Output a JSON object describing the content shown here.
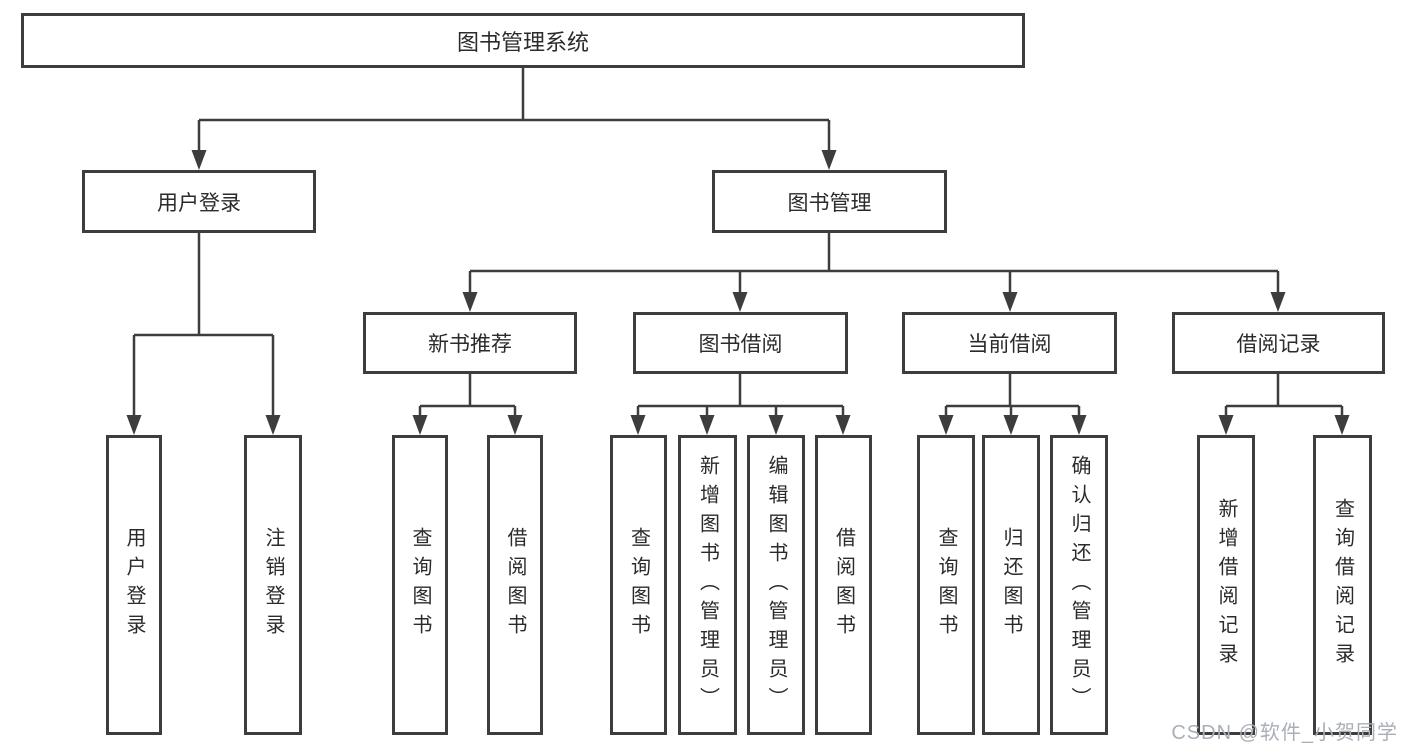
{
  "diagram": {
    "root": {
      "label": "图书管理系统"
    },
    "branches": {
      "user_login": {
        "label": "用户登录",
        "leaves": [
          {
            "label": "用户登录"
          },
          {
            "label": "注销登录"
          }
        ]
      },
      "book_management": {
        "label": "图书管理",
        "groups": {
          "new_book_recommend": {
            "label": "新书推荐",
            "leaves": [
              {
                "label": "查询图书"
              },
              {
                "label": "借阅图书"
              }
            ]
          },
          "book_borrow": {
            "label": "图书借阅",
            "leaves": [
              {
                "label": "查询图书"
              },
              {
                "label": "新增图书（管理员）"
              },
              {
                "label": "编辑图书（管理员）"
              },
              {
                "label": "借阅图书"
              }
            ]
          },
          "current_borrow": {
            "label": "当前借阅",
            "leaves": [
              {
                "label": "查询图书"
              },
              {
                "label": "归还图书"
              },
              {
                "label": "确认归还（管理员）"
              }
            ]
          },
          "borrow_records": {
            "label": "借阅记录",
            "leaves": [
              {
                "label": "新增借阅记录"
              },
              {
                "label": "查询借阅记录"
              }
            ]
          }
        }
      }
    }
  },
  "watermark": {
    "text": "CSDN @软件_小贺同学"
  },
  "colors": {
    "line": "#3d3d3d",
    "box_border": "#3d3d3d",
    "text": "#2b2b2b",
    "watermark": "#a9afb8",
    "background": "#ffffff"
  }
}
